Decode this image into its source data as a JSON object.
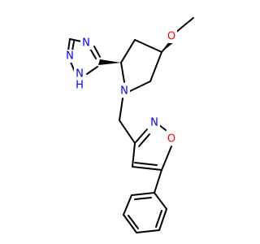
{
  "colors": {
    "bond": "#000000",
    "nitrogen": "#0000ff",
    "oxygen": "#ff0000",
    "background": "#ffffff"
  },
  "atoms": {
    "o_methoxy": "O",
    "n_triazole_top": "N",
    "n_triazole_left": "N",
    "n_triazole_nh": "N",
    "h_triazole_nh": "H",
    "n_pyrrolidine": "N",
    "n_isoxazole": "N",
    "o_isoxazole": "O"
  }
}
